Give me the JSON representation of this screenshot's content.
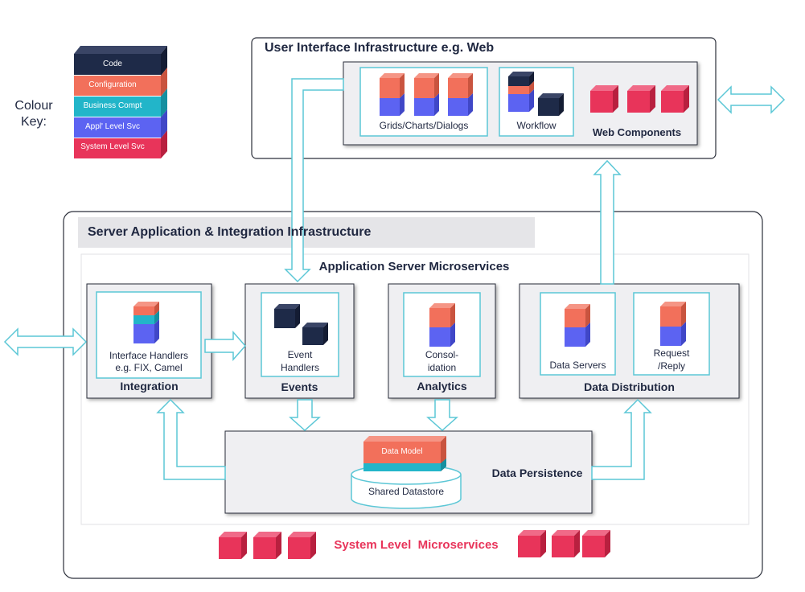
{
  "colour_key": {
    "title": "Colour\nKey:",
    "items": [
      {
        "label": "Code",
        "color": "#1e2a48"
      },
      {
        "label": "Configuration",
        "color": "#f2705b"
      },
      {
        "label": "Business Compt",
        "color": "#22b5c9"
      },
      {
        "label": "Appl' Level Svc",
        "color": "#5c63f2"
      },
      {
        "label": "System Level Svc",
        "color": "#e8345a"
      }
    ]
  },
  "ui_infra": {
    "title": "User Interface Infrastructure e.g. Web",
    "grids_label": "Grids/Charts/Dialogs",
    "workflow_label": "Workflow",
    "web_components_label": "Web Components"
  },
  "server_infra": {
    "title": "Server Application & Integration Infrastructure",
    "microservices_title": "Application Server Microservices",
    "integration": {
      "title": "Integration",
      "inner": "Interface Handlers\ne.g. FIX, Camel"
    },
    "events": {
      "title": "Events",
      "inner": "Event\nHandlers"
    },
    "analytics": {
      "title": "Analytics",
      "inner": "Consol-\nidation"
    },
    "data_distribution": {
      "title": "Data Distribution",
      "servers": "Data Servers",
      "request": "Request\n/Reply"
    },
    "persistence": {
      "title": "Data Persistence",
      "model": "Data Model",
      "datastore": "Shared Datastore"
    },
    "system_level": "System Level  Microservices"
  },
  "colors": {
    "code": "#1e2a48",
    "config": "#f2705b",
    "business": "#22b5c9",
    "appl": "#5c63f2",
    "system": "#e8345a",
    "arrow": "#5cc7d6",
    "panel": "#efeff2",
    "border": "#2b2f3a",
    "title": "#1f2740",
    "system_title": "#e8345a"
  }
}
